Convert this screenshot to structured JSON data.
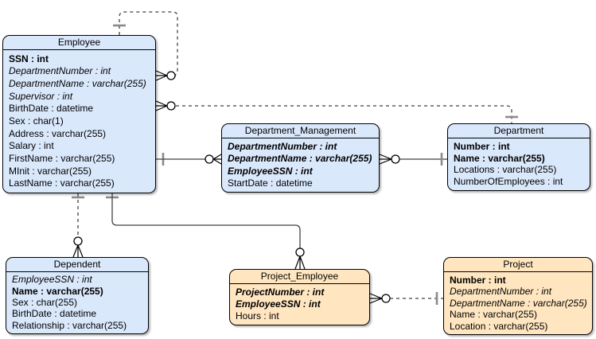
{
  "diagram": {
    "type": "entity-relationship",
    "colors": {
      "entity_blue": "#dae8fc",
      "entity_orange": "#ffe6c0",
      "border": "#000000",
      "connector_line": "#424242",
      "cardinality_tick": "#8a8a8a"
    },
    "entities": [
      {
        "id": "employee",
        "name": "Employee",
        "color": "blue",
        "attributes": [
          {
            "text": "SSN : int",
            "key": "pk"
          },
          {
            "text": "DepartmentNumber : int",
            "key": "fk"
          },
          {
            "text": "DepartmentName : varchar(255)",
            "key": "fk"
          },
          {
            "text": "Supervisor : int",
            "key": "fk"
          },
          {
            "text": "BirthDate : datetime",
            "key": "plain"
          },
          {
            "text": "Sex : char(1)",
            "key": "plain"
          },
          {
            "text": "Address : varchar(255)",
            "key": "plain"
          },
          {
            "text": "Salary : int",
            "key": "plain"
          },
          {
            "text": "FirstName : varchar(255)",
            "key": "plain"
          },
          {
            "text": "MInit : varchar(255)",
            "key": "plain"
          },
          {
            "text": "LastName : varchar(255)",
            "key": "plain"
          }
        ]
      },
      {
        "id": "department-management",
        "name": "Department_Management",
        "color": "blue",
        "attributes": [
          {
            "text": "DepartmentNumber : int",
            "key": "pkfk"
          },
          {
            "text": "DepartmentName : varchar(255)",
            "key": "pkfk"
          },
          {
            "text": "EmployeeSSN : int",
            "key": "pkfk"
          },
          {
            "text": "StartDate : datetime",
            "key": "plain"
          }
        ]
      },
      {
        "id": "department",
        "name": "Department",
        "color": "blue",
        "attributes": [
          {
            "text": "Number : int",
            "key": "pk"
          },
          {
            "text": "Name : varchar(255)",
            "key": "pk"
          },
          {
            "text": "Locations : varchar(255)",
            "key": "plain"
          },
          {
            "text": "NumberOfEmployees : int",
            "key": "plain"
          }
        ]
      },
      {
        "id": "dependent",
        "name": "Dependent",
        "color": "blue",
        "attributes": [
          {
            "text": "EmployeeSSN : int",
            "key": "fk"
          },
          {
            "text": "Name : varchar(255)",
            "key": "pk"
          },
          {
            "text": "Sex : char(255)",
            "key": "plain"
          },
          {
            "text": "BirthDate : datetime",
            "key": "plain"
          },
          {
            "text": "Relationship : varchar(255)",
            "key": "plain"
          }
        ]
      },
      {
        "id": "project-employee",
        "name": "Project_Employee",
        "color": "orange",
        "attributes": [
          {
            "text": "ProjectNumber : int",
            "key": "pkfk"
          },
          {
            "text": "EmployeeSSN : int",
            "key": "pkfk"
          },
          {
            "text": "Hours : int",
            "key": "plain"
          }
        ]
      },
      {
        "id": "project",
        "name": "Project",
        "color": "orange",
        "attributes": [
          {
            "text": "Number : int",
            "key": "pk"
          },
          {
            "text": "DepartmentNumber : int",
            "key": "fk"
          },
          {
            "text": "DepartmentName : varchar(255)",
            "key": "fk"
          },
          {
            "text": "Name : varchar(255)",
            "key": "plain"
          },
          {
            "text": "Location : varchar(255)",
            "key": "plain"
          }
        ]
      }
    ],
    "relationships": [
      {
        "from": "Employee",
        "to": "Employee",
        "line": "dashed",
        "from_end": "one",
        "to_end": "zero-or-many"
      },
      {
        "from": "Department",
        "to": "Employee",
        "line": "dashed",
        "from_end": "one",
        "to_end": "zero-or-many"
      },
      {
        "from": "Employee",
        "to": "Department_Management",
        "line": "solid",
        "from_end": "one",
        "to_end": "zero-or-many"
      },
      {
        "from": "Department",
        "to": "Department_Management",
        "line": "solid",
        "from_end": "one",
        "to_end": "zero-or-many"
      },
      {
        "from": "Employee",
        "to": "Dependent",
        "line": "dashed",
        "from_end": "one",
        "to_end": "zero-or-many"
      },
      {
        "from": "Employee",
        "to": "Project_Employee",
        "line": "solid",
        "from_end": "one",
        "to_end": "zero-or-many"
      },
      {
        "from": "Project",
        "to": "Project_Employee",
        "line": "dashed",
        "from_end": "one",
        "to_end": "zero-or-many"
      }
    ]
  }
}
